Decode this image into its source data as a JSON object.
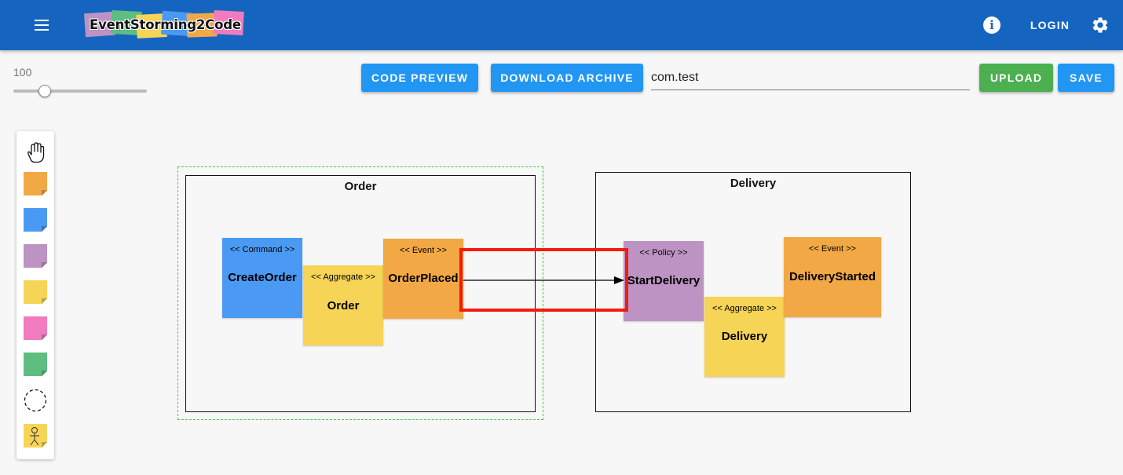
{
  "appbar": {
    "logo_text": "EventStorming2Code",
    "login_label": "LOGIN"
  },
  "toolbar": {
    "zoom_value": "100",
    "zoom_level": 100,
    "code_preview_label": "CODE PREVIEW",
    "download_archive_label": "DOWNLOAD ARCHIVE",
    "package_value": "com.test",
    "upload_label": "UPLOAD",
    "save_label": "SAVE"
  },
  "palette": {
    "items": [
      "hand-icon",
      "event-sticky",
      "command-sticky",
      "policy-sticky",
      "aggregate-sticky",
      "external-sticky",
      "readmodel-sticky",
      "bounded-context",
      "actor-sticky"
    ],
    "colors": {
      "event": "#f2a845",
      "command": "#4a9af3",
      "policy": "#bd93c4",
      "aggregate": "#f6d456",
      "external": "#f07cbf",
      "readmodel": "#5ebd81"
    }
  },
  "diagram": {
    "contexts": [
      {
        "title": "Order",
        "stickies": [
          {
            "type": "<< Command >>",
            "name": "CreateOrder"
          },
          {
            "type": "<< Aggregate >>",
            "name": "Order"
          },
          {
            "type": "<< Event >>",
            "name": "OrderPlaced"
          }
        ]
      },
      {
        "title": "Delivery",
        "stickies": [
          {
            "type": "<< Policy >>",
            "name": "StartDelivery"
          },
          {
            "type": "<< Aggregate >>",
            "name": "Delivery"
          },
          {
            "type": "<< Event >>",
            "name": "DeliveryStarted"
          }
        ]
      }
    ],
    "relation": {
      "from": "OrderPlaced",
      "to": "StartDelivery"
    }
  }
}
